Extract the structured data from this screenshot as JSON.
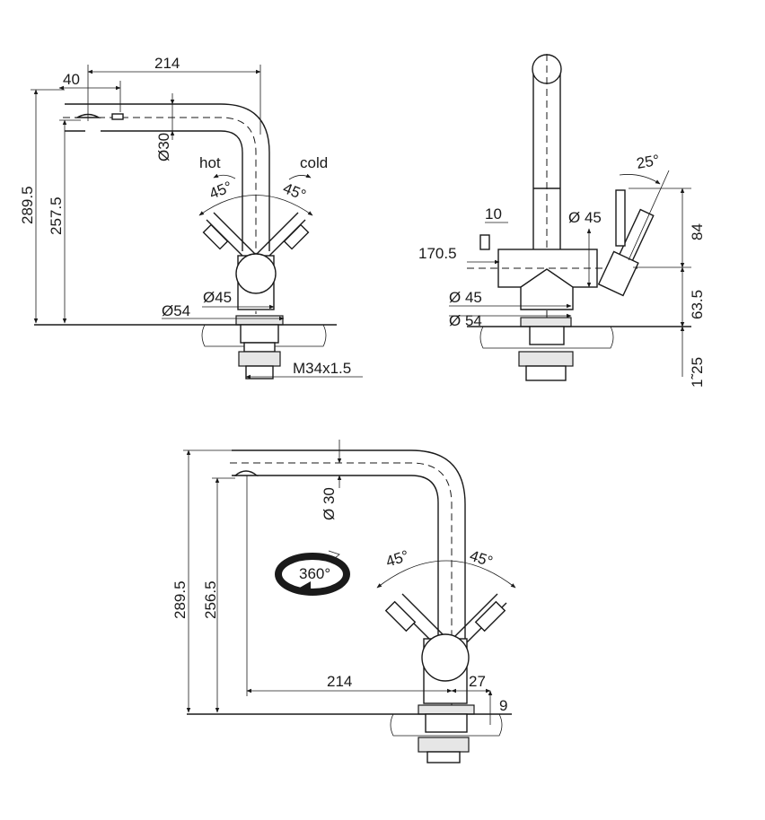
{
  "colors": {
    "line": "#1a1a1a",
    "background": "#ffffff",
    "fill": "#e6e6e6"
  },
  "views": {
    "front": {
      "spout_length": "214",
      "aerator_offset": "40",
      "spout_diameter": "Ø30",
      "total_height": "289.5",
      "spout_height": "257.5",
      "hot_label": "hot",
      "cold_label": "cold",
      "hot_angle": "45°",
      "cold_angle": "45°",
      "body_diameter": "Ø45",
      "base_diameter": "Ø54",
      "thread": "M34x1.5"
    },
    "side": {
      "lever_angle": "25°",
      "offset": "10",
      "body_diameter_top": "Ø 45",
      "body_height": "170.5",
      "lever_height": "84",
      "body_diameter_bottom": "Ø 45",
      "base_diameter": "Ø 54",
      "base_height": "63.5",
      "mount_range": "1˜25"
    },
    "bottom": {
      "spout_diameter": "Ø 30",
      "rotation": "360°",
      "left_angle": "45°",
      "right_angle": "45°",
      "total_height": "289.5",
      "spout_height": "256.5",
      "spout_length": "214",
      "lever_offset": "27",
      "base_height": "9"
    }
  }
}
